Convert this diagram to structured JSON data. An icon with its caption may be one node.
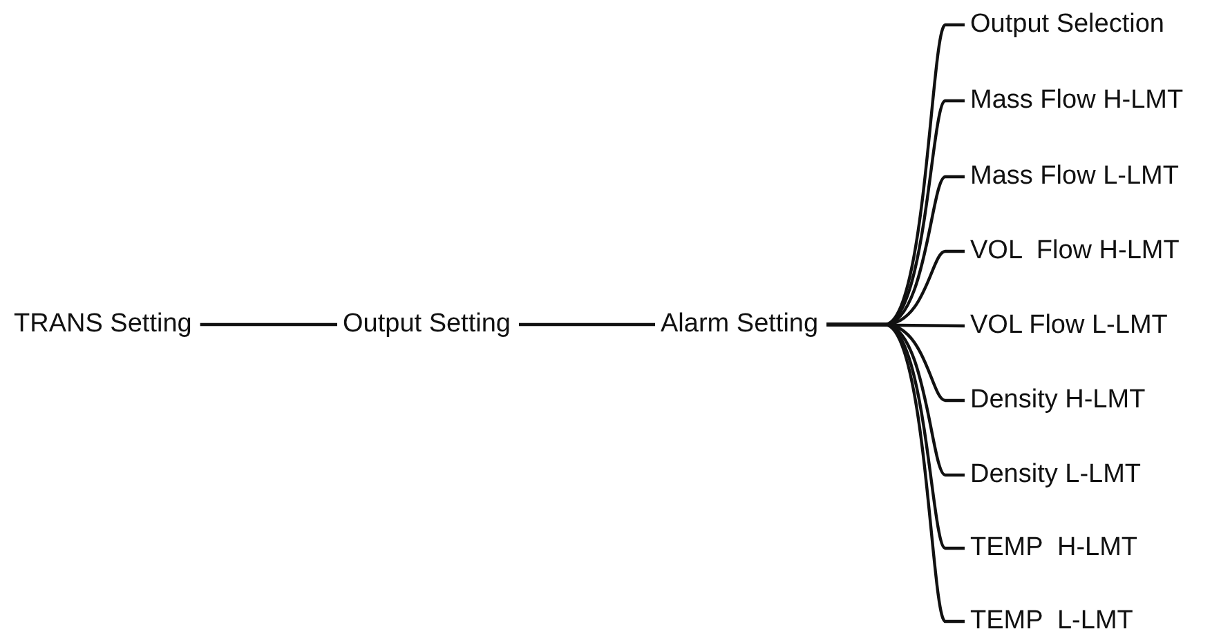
{
  "diagram": {
    "nodes": [
      {
        "text": [
          "TRANS Setting"
        ]
      },
      {
        "text": [
          "Output Setting"
        ]
      },
      {
        "text": [
          "Alarm Setting"
        ]
      },
      {
        "text": [
          "Output Selection"
        ]
      },
      {
        "text": [
          "Mass Flow H-LMT"
        ]
      },
      {
        "text": [
          "Mass Flow L-LMT"
        ]
      },
      {
        "text": [
          "VOL  Flow H-LMT"
        ]
      },
      {
        "text": [
          "VOL Flow L-LMT"
        ]
      },
      {
        "text": [
          "Density H-LMT"
        ]
      },
      {
        "text": [
          "Density L-LMT"
        ]
      },
      {
        "text": [
          "TEMP  H-LMT"
        ]
      },
      {
        "text": [
          "TEMP  L-LMT"
        ]
      }
    ],
    "edges": [
      {
        "from": 0,
        "to": 1,
        "arrow": "none"
      },
      {
        "from": 1,
        "to": 2,
        "arrow": "none"
      },
      {
        "from": 2,
        "to": 3,
        "arrow": "none"
      },
      {
        "from": 2,
        "to": 4,
        "arrow": "none"
      },
      {
        "from": 2,
        "to": 5,
        "arrow": "none"
      },
      {
        "from": 2,
        "to": 6,
        "arrow": "none"
      },
      {
        "from": 2,
        "to": 7,
        "arrow": "none"
      },
      {
        "from": 2,
        "to": 8,
        "arrow": "none"
      },
      {
        "from": 2,
        "to": 9,
        "arrow": "none"
      },
      {
        "from": 2,
        "to": 10,
        "arrow": "none"
      },
      {
        "from": 2,
        "to": 11,
        "arrow": "none"
      }
    ]
  }
}
